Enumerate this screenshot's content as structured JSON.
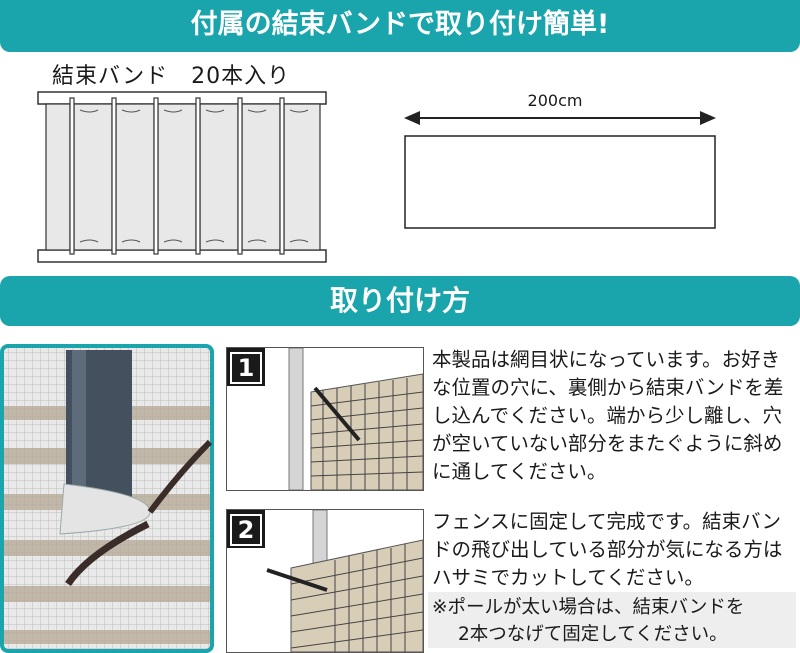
{
  "header": {
    "title": "付属の結束バンドで取り付け簡単!"
  },
  "product": {
    "band_label": "結束バンド　20本入り",
    "width_label": "200cm"
  },
  "install": {
    "title": "取り付け方",
    "steps": [
      {
        "number": "1",
        "text": "本製品は網目状になっています。お好きな位置の穴に、裏側から結束バンドを差し込んでください。端から少し離し、穴が空いていない部分をまたぐように斜めに通してください。"
      },
      {
        "number": "2",
        "text": "フェンスに固定して完成です。結束バンドの飛び出している部分が気になる方はハサミでカットしてください。"
      }
    ],
    "note_line1": "※ポールが太い場合は、結束バンドを",
    "note_line2": "2本つなげて固定してください。"
  },
  "colors": {
    "accent": "#1aa5ad",
    "step_badge": "#1a1a1a"
  }
}
